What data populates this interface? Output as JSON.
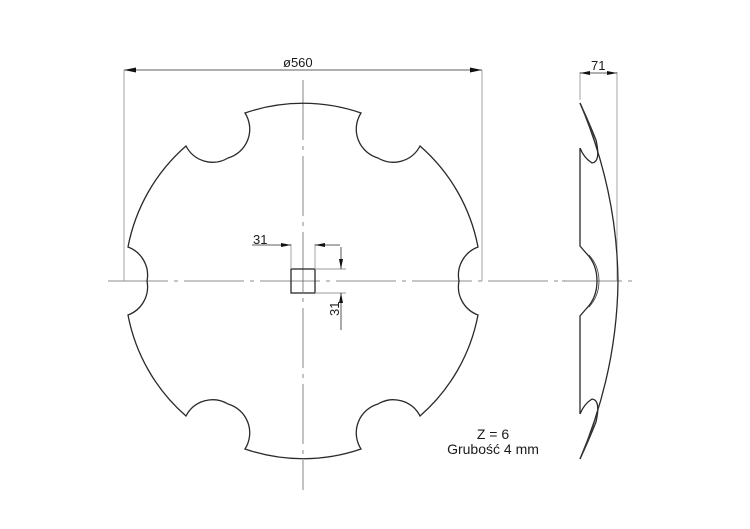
{
  "drawing": {
    "front_view": {
      "diameter_label": "ø560",
      "hole_width_label": "31",
      "hole_height_label": "31"
    },
    "side_view": {
      "depth_label": "71"
    },
    "notes": {
      "teeth_count": "Z = 6",
      "thickness": "Grubość 4 mm"
    },
    "colors": {
      "line": "#2a2a2a",
      "extension_line": "#9a9a9a",
      "center_line": "#6a6a6a",
      "background": "#ffffff"
    }
  }
}
